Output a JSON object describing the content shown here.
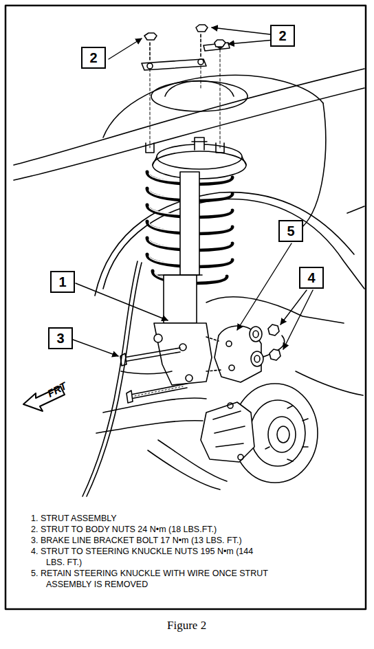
{
  "diagram": {
    "caption": "Figure 2",
    "nodes": [
      {
        "text": [
          "2"
        ]
      },
      {
        "text": [
          "2"
        ]
      },
      {
        "text": [
          "5"
        ]
      },
      {
        "text": [
          "1"
        ]
      },
      {
        "text": [
          "4"
        ]
      },
      {
        "text": [
          "3"
        ]
      }
    ],
    "labels": [
      "FRT",
      "1. STRUT ASSEMBLY",
      "2. STRUT TO BODY NUTS 24 N•m (18 LBS.FT.)",
      "3. BRAKE LINE BRACKET BOLT 17 N•m (13 LBS. FT.)",
      "4. STRUT TO STEERING KNUCKLE NUTS 195 N•m (144 LBS. FT.)",
      "5. RETAIN STEERING KNUCKLE WITH WIRE ONCE STRUT ASSEMBLY IS REMOVED"
    ]
  }
}
